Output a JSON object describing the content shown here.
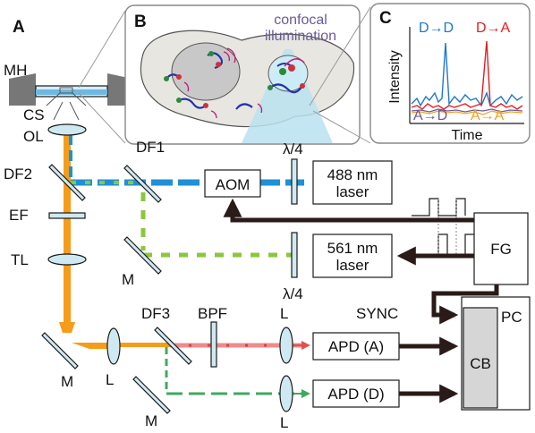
{
  "panels": {
    "a": "A",
    "b": "B",
    "c": "C"
  },
  "labels": {
    "mh": "MH",
    "cs": "CS",
    "ol": "OL",
    "df2": "DF2",
    "ef": "EF",
    "tl": "TL",
    "df1": "DF1",
    "m_upper": "M",
    "m_lower_left": "M",
    "m_bottom": "M",
    "l_left": "L",
    "df3": "DF3",
    "bpf": "BPF",
    "l_a": "L",
    "l_d": "L",
    "qwp_top": "λ/4",
    "qwp_bottom": "λ/4",
    "aom": "AOM",
    "laser488_l1": "488 nm",
    "laser488_l2": "laser",
    "laser561_l1": "561 nm",
    "laser561_l2": "laser",
    "fg": "FG",
    "sync": "SYNC",
    "apd_a": "APD (A)",
    "apd_d": "APD (D)",
    "pc": "PC",
    "cb": "CB"
  },
  "inset_b": {
    "title_line1": "confocal",
    "title_line2": "illumination"
  },
  "inset_c": {
    "ylabel": "Intensity",
    "xlabel": "Time",
    "tag_dd": "D→D",
    "tag_da": "D→A",
    "tag_ad": "A→D",
    "tag_aa": "A→A"
  },
  "colors": {
    "blue_beam": "#1e90d6",
    "green_beam": "#8cc63f",
    "orange_beam": "#f59c1a",
    "red_beam": "#ee8b8b",
    "dgreen_beam": "#41a85f",
    "text_blue": "#1f78c8",
    "text_red": "#e02020",
    "text_purple": "#6b5b9a",
    "text_orange": "#f0a020"
  }
}
